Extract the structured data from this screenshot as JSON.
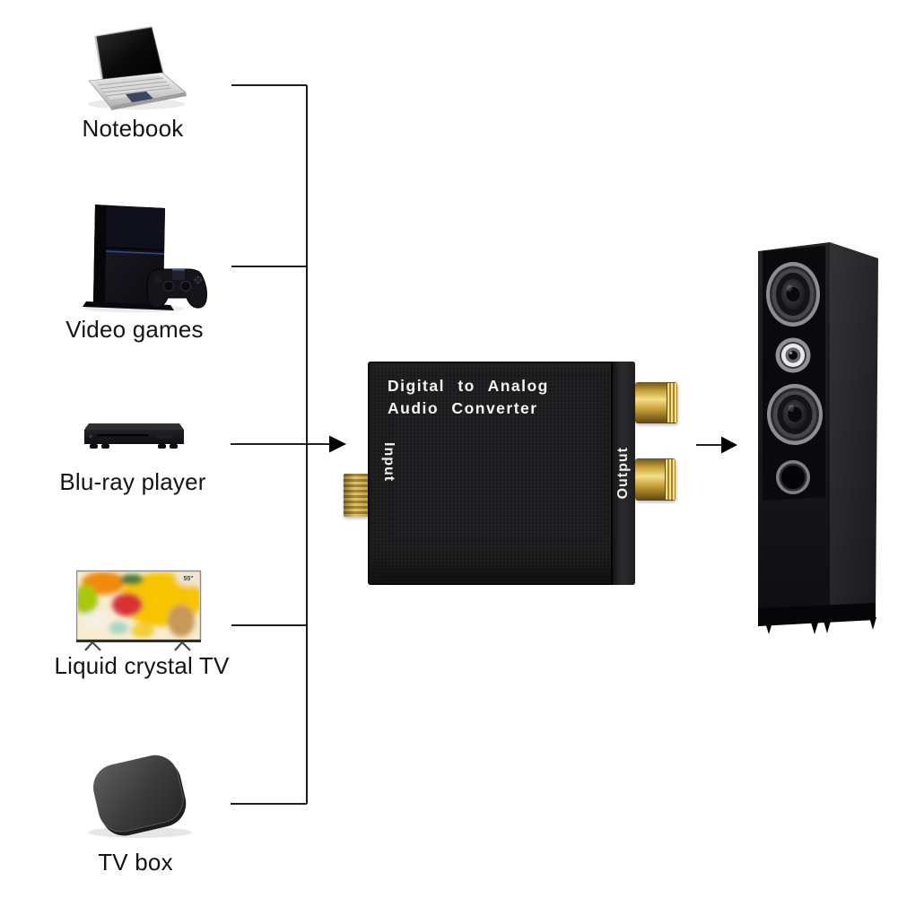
{
  "diagram": {
    "background_color": "#ffffff",
    "line_color": "#000000"
  },
  "sources": {
    "notebook": {
      "label": "Notebook"
    },
    "video_games": {
      "label": "Video games"
    },
    "blu_ray_player": {
      "label": "Blu-ray player"
    },
    "liquid_crystal_tv": {
      "label": "Liquid crystal TV",
      "screen_badge": "55\""
    },
    "tv_box": {
      "label": "TV box"
    }
  },
  "converter": {
    "title_line1": "Digital to Analog",
    "title_line2": "Audio Converter",
    "input_label": "Input",
    "output_label": "Output",
    "body_color": "#1c1c1e",
    "text_color": "#f5f5f5",
    "gold_connector_color": "#c9a33c"
  }
}
